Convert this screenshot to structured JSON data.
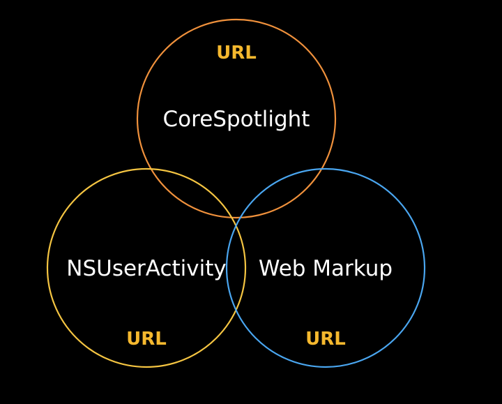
{
  "circles": {
    "top": {
      "label": "CoreSpotlight",
      "url_label": "URL",
      "stroke_color": "#f0913c"
    },
    "left": {
      "label": "NSUserActivity",
      "url_label": "URL",
      "stroke_color": "#f5c542"
    },
    "right": {
      "label": "Web Markup",
      "url_label": "URL",
      "stroke_color": "#4aa6f0"
    }
  },
  "colors": {
    "background": "#000000",
    "label_text": "#ffffff",
    "url_text": "#f5b82e"
  }
}
